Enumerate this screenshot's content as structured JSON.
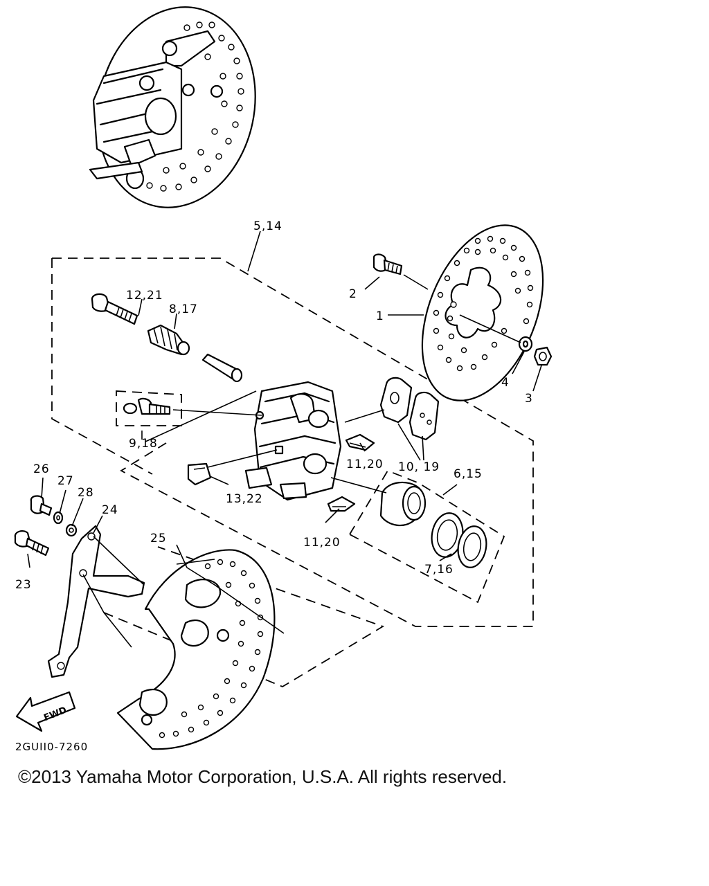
{
  "diagram": {
    "code": "2GUII0-7260",
    "fwd_label": "FWD",
    "callouts": {
      "c1": "1",
      "c2": "2",
      "c3": "3",
      "c4": "4",
      "c5_14": "5,14",
      "c6_15": "6,15",
      "c7_16": "7,16",
      "c8_17": "8,17",
      "c9_18": "9,18",
      "c10_19": "10, 19",
      "c11_20a": "11,20",
      "c11_20b": "11,20",
      "c12_21": "12,21",
      "c13_22": "13,22",
      "c23": "23",
      "c24": "24",
      "c25": "25",
      "c26": "26",
      "c27": "27",
      "c28": "28"
    }
  },
  "footer": {
    "copyright": "©2013 Yamaha Motor Corporation, U.S.A. All rights reserved."
  },
  "colors": {
    "ink": "#000000",
    "paper": "#ffffff"
  }
}
